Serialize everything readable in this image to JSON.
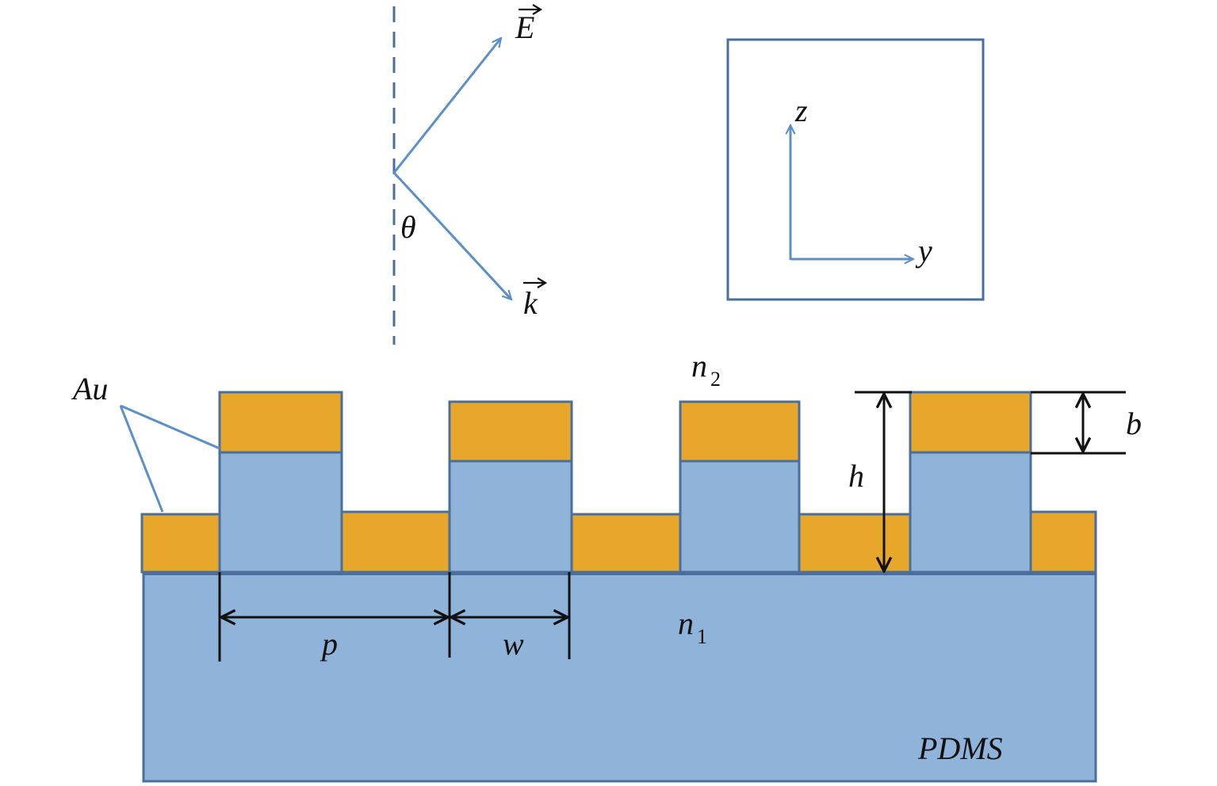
{
  "labels": {
    "E": "E",
    "k": "k",
    "theta": "θ",
    "z": "z",
    "y": "y",
    "Au": "Au",
    "n2_base": "n",
    "n2_sub": "2",
    "n1_base": "n",
    "n1_sub": "1",
    "h": "h",
    "b": "b",
    "p": "p",
    "w": "w",
    "PDMS": "PDMS"
  },
  "colors": {
    "substrate": "#8fb3d9",
    "gold": "#e6a72a",
    "outline": "#4a6f9c",
    "arrow_blue": "#5b8fcb",
    "dimension": "#111111"
  }
}
